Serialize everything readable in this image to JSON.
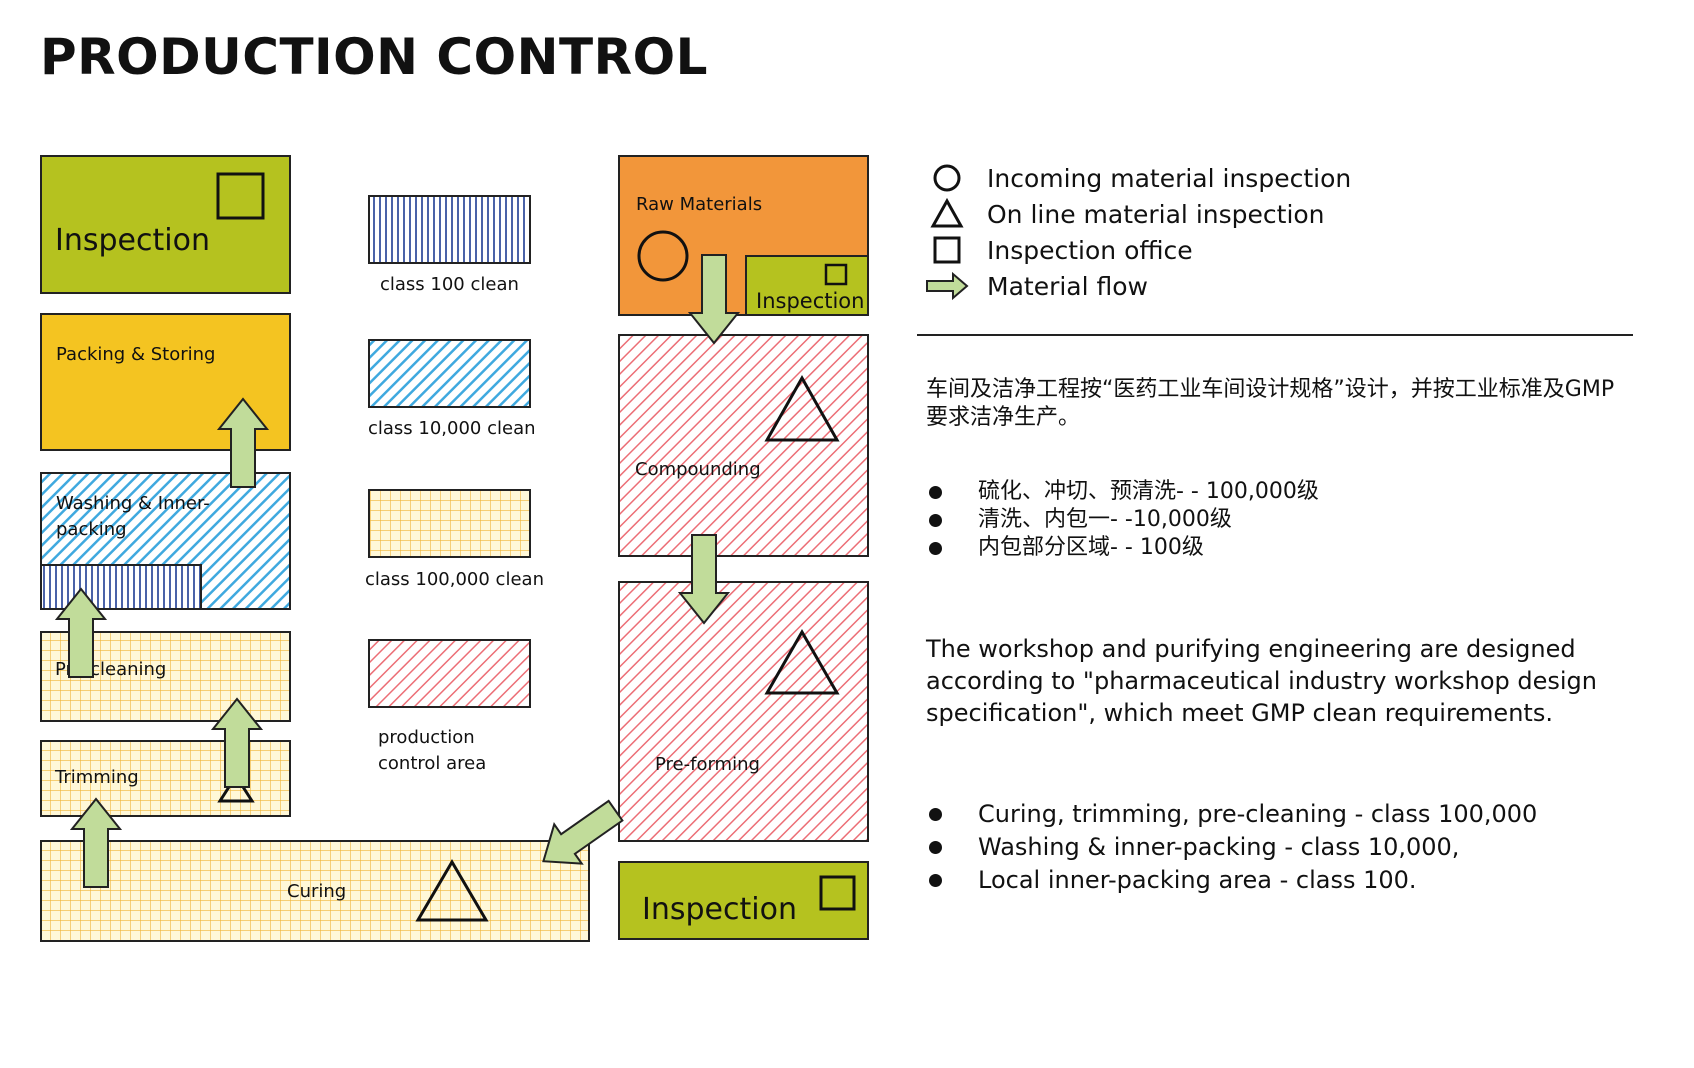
{
  "title": "PRODUCTION CONTROL",
  "colors": {
    "inspection_green": "#b5c21f",
    "packing_yellow": "#f4c421",
    "raw_orange": "#f2963a",
    "blue_hatch": "#3fa9df",
    "blue_stripe": "#4a62a8",
    "yellow_grid": "#f0b437",
    "red_hatch": "#ec6e76",
    "arrow_green": "#c1dc9a"
  },
  "areas": {
    "inspection_top": "Inspection",
    "packing_storing": "Packing & Storing",
    "washing_line1": "Washing & Inner-",
    "washing_line2": "packing",
    "pre_cleaning": "Pre-cleaning",
    "trimming": "Trimming",
    "curing": "Curing",
    "raw_materials": "Raw Materials",
    "inspection_raw": "Inspection",
    "compounding": "Compounding",
    "pre_forming": "Pre-forming",
    "inspection_bottom": "Inspection"
  },
  "swatches": {
    "class100": "class 100 clean",
    "class10000": "class 10,000 clean",
    "class100000": "class 100,000 clean",
    "production_line1": "production",
    "production_line2": "control area"
  },
  "legend": {
    "circle": "Incoming material inspection",
    "triangle": "On line material inspection",
    "square": "Inspection office",
    "arrow": "Material flow"
  },
  "zh_paragraph": "车间及洁净工程按“医药工业车间设计规格”设计，并按工业标准及GMP要求洁净生产。",
  "zh_bullets": [
    "硫化、冲切、预清洗- - 100,000级",
    "清洗、内包一- -10,000级",
    "内包部分区域- - 100级"
  ],
  "en_paragraph": "The workshop and purifying engineering are designed according to \"pharmaceutical industry workshop design specification\", which meet GMP clean requirements.",
  "en_bullets": [
    "Curing, trimming, pre-cleaning - class 100,000",
    "Washing & inner-packing - class 10,000,",
    "Local inner-packing area - class 100."
  ]
}
